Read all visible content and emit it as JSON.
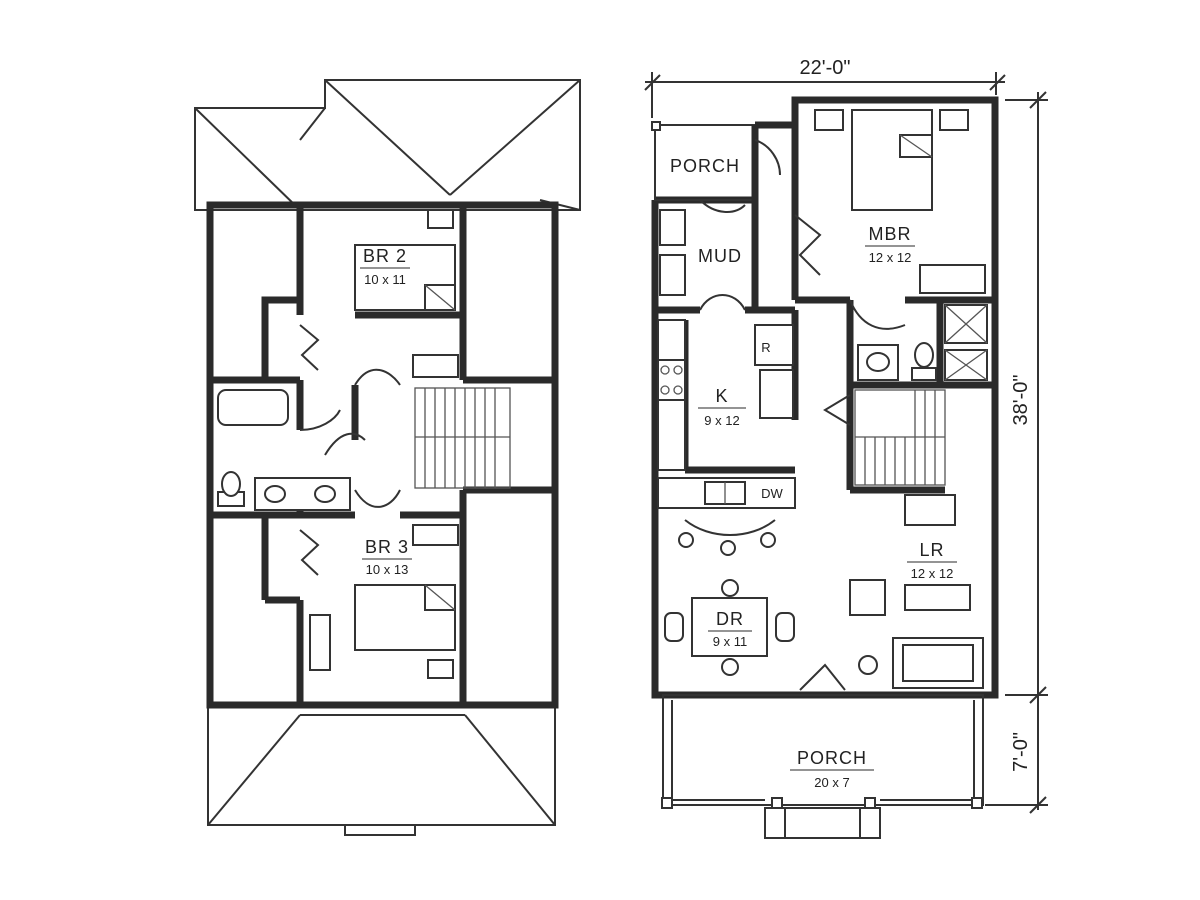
{
  "upper_floor": {
    "rooms": [
      {
        "name": "BR 2",
        "size": "10 x 11"
      },
      {
        "name": "BR 3",
        "size": "10 x 13"
      }
    ]
  },
  "main_floor": {
    "rooms": [
      {
        "name": "PORCH",
        "size": ""
      },
      {
        "name": "MUD",
        "size": ""
      },
      {
        "name": "MBR",
        "size": "12 x 12"
      },
      {
        "name": "K",
        "size": "9 x 12"
      },
      {
        "name": "LR",
        "size": "12 x 12"
      },
      {
        "name": "DR",
        "size": "9 x 11"
      },
      {
        "name": "PORCH",
        "size": "20 x 7"
      }
    ],
    "fixture_labels": {
      "refrigerator": "R",
      "dishwasher": "DW"
    }
  },
  "dimensions": {
    "width": "22'-0\"",
    "depth": "38'-0\"",
    "porch_depth": "7'-0\""
  }
}
